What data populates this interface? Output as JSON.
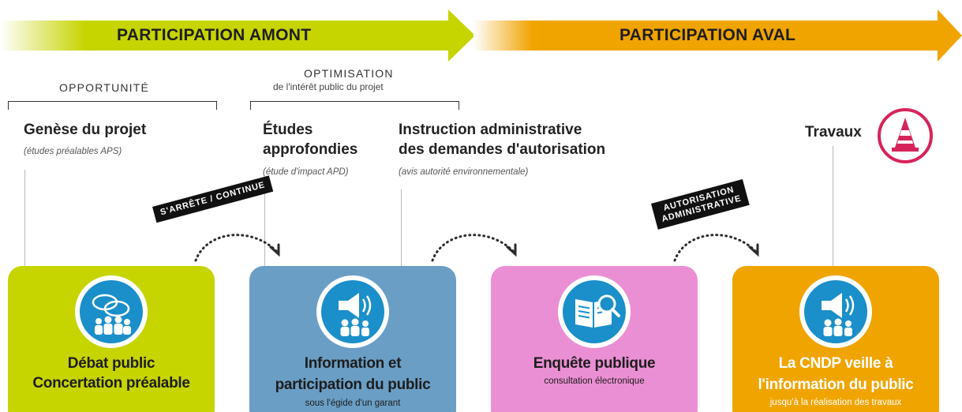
{
  "banner": {
    "amont_label": "PARTICIPATION AMONT",
    "aval_label": "PARTICIPATION AVAL",
    "amont_color": "#c6d400",
    "aval_color": "#f0a400"
  },
  "groups": {
    "opportunite": "OPPORTUNITÉ",
    "optimisation_title": "OPTIMISATION",
    "optimisation_sub": "de l'intérêt public du projet"
  },
  "phases": {
    "genese_title": "Genèse du projet",
    "genese_sub": "(études préalables APS)",
    "etudes_title_1": "Études",
    "etudes_title_2": "approfondies",
    "etudes_sub": "(étude d'impact APD)",
    "instruction_title_1": "Instruction administrative",
    "instruction_title_2": "des demandes d'autorisation",
    "instruction_sub": "(avis autorité environnementale)",
    "travaux_title": "Travaux"
  },
  "tags": {
    "arrete": "S'ARRÊTE / CONTINUE",
    "autorisation_1": "AUTORISATION",
    "autorisation_2": "ADMINISTRATIVE"
  },
  "boxes": [
    {
      "line1": "Débat public",
      "line2": "Concertation préalable",
      "sub": "",
      "color": "#c6d400",
      "text_color": "#1d1d1d",
      "icon": "speech-bubbles-crowd-icon"
    },
    {
      "line1": "Information et",
      "line2": "participation du public",
      "sub": "sous l'égide d'un garant",
      "color": "#6a9ec5",
      "text_color": "#1d1d1d",
      "icon": "megaphone-crowd-icon"
    },
    {
      "line1": "Enquête publique",
      "line2": "",
      "sub": "consultation électronique",
      "color": "#eb8fd4",
      "text_color": "#1d1d1d",
      "icon": "document-magnifier-icon"
    },
    {
      "line1": "La CNDP veille à",
      "line2": "l'information du public",
      "sub": "jusqu'à la réalisation des travaux",
      "color": "#f0a400",
      "text_color": "#ffffff",
      "icon": "megaphone-crowd-icon"
    }
  ],
  "colors": {
    "icon_blue": "#1a8fc9",
    "cone_red": "#d6245a"
  }
}
